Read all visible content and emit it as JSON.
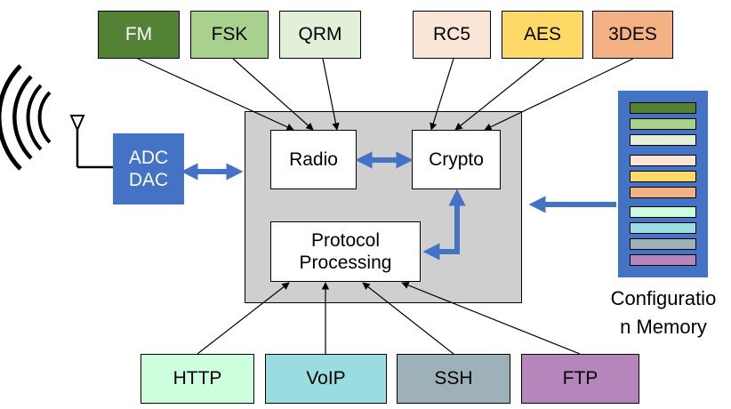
{
  "top_modules": [
    {
      "label": "FM",
      "color": "#548235"
    },
    {
      "label": "FSK",
      "color": "#a9d18e"
    },
    {
      "label": "QRM",
      "color": "#e2f0d9"
    },
    {
      "label": "RC5",
      "color": "#fbe5d6"
    },
    {
      "label": "AES",
      "color": "#ffd966"
    },
    {
      "label": "3DES",
      "color": "#f4b183"
    }
  ],
  "bottom_modules": [
    {
      "label": "HTTP",
      "color": "#ccffdd"
    },
    {
      "label": "VoIP",
      "color": "#99dde0"
    },
    {
      "label": "SSH",
      "color": "#9eb1b8"
    },
    {
      "label": "FTP",
      "color": "#b585bc"
    }
  ],
  "core": {
    "radio": "Radio",
    "crypto": "Crypto",
    "protocol_line1": "Protocol",
    "protocol_line2": "Processing"
  },
  "converter": {
    "line1": "ADC",
    "line2": "DAC",
    "color": "#4472c4"
  },
  "memory": {
    "label_line1": "Configuratio",
    "label_line2": "n Memory",
    "frame_color": "#4472c4",
    "slots": [
      "#548235",
      "#a9d18e",
      "#e2f0d9",
      "#fbe5d6",
      "#ffd966",
      "#f4b183",
      "#ccffdd",
      "#99dde0",
      "#9eb1b8",
      "#b585bc"
    ]
  },
  "arrow_color": "#4472c4"
}
